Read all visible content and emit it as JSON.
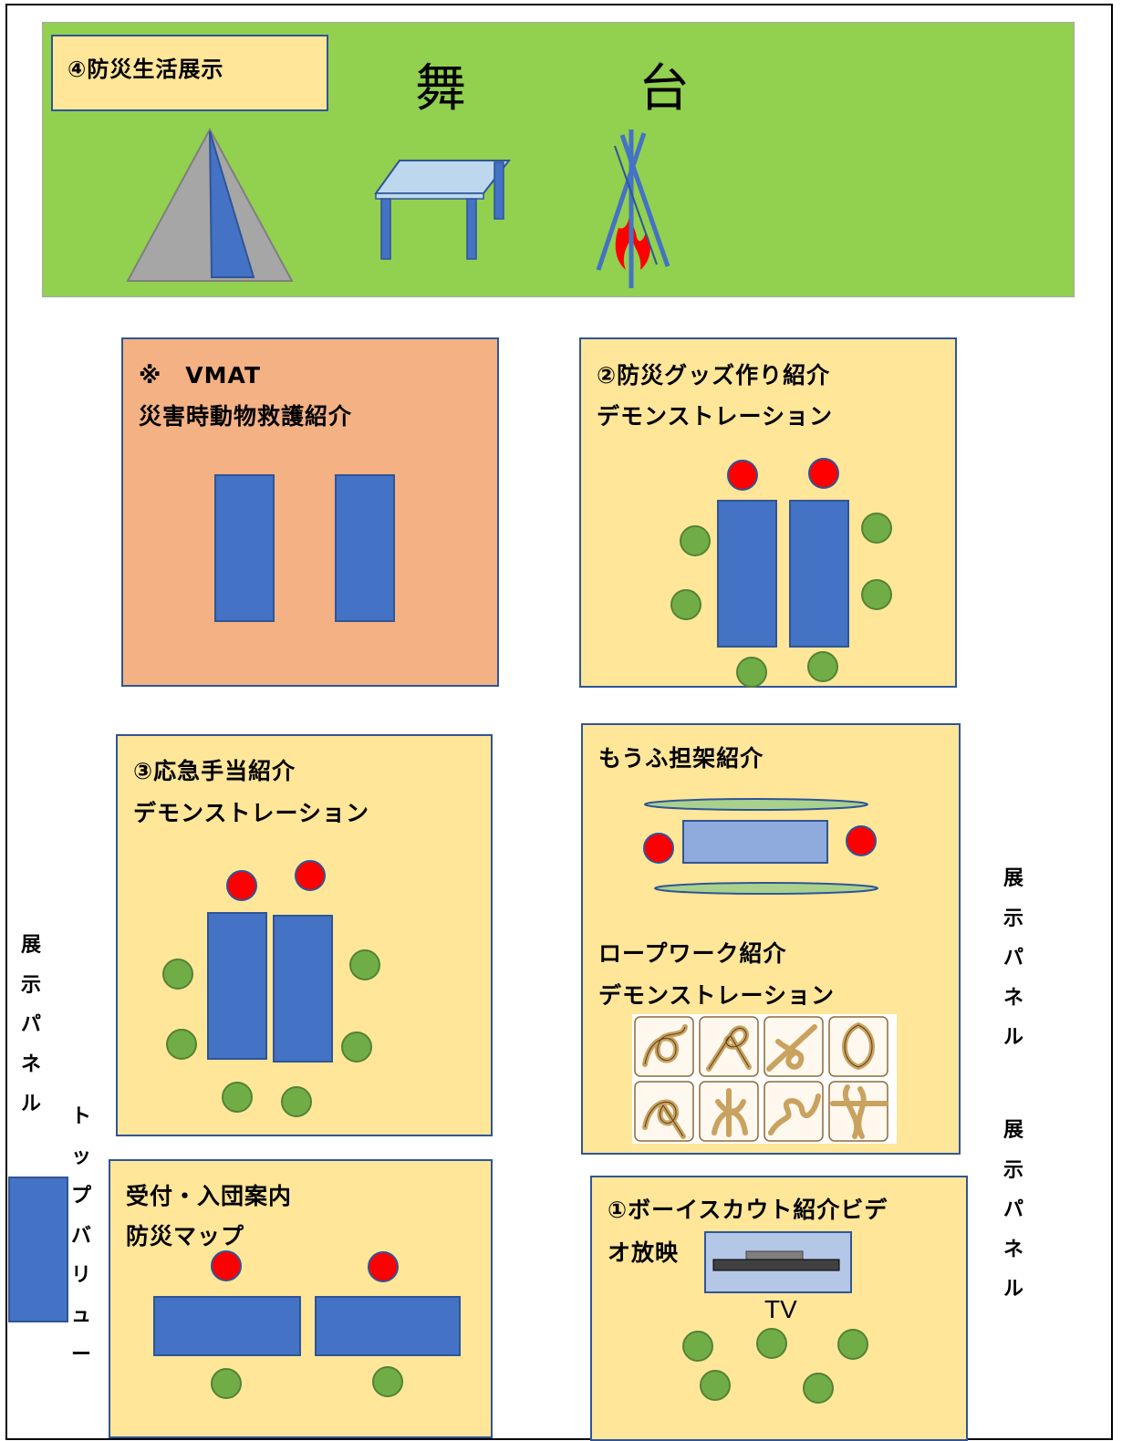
{
  "stage": {
    "label_box": "④防災生活展示",
    "title_left": "舞",
    "title_right": "台",
    "icons": [
      "tent-icon",
      "table-icon",
      "campfire-icon"
    ]
  },
  "zones": {
    "vmat": {
      "line1": "※　VMAT",
      "line2": "災害時動物救護紹介"
    },
    "goods": {
      "line1": "②防災グッズ作り紹介",
      "line2": "デモンストレーション"
    },
    "first_aid": {
      "line1": "③応急手当紹介",
      "line2": "デモンストレーション"
    },
    "stretcher": {
      "line1": "もうふ担架紹介",
      "line2": "ロープワーク紹介",
      "line3": "デモンストレーション"
    },
    "reception": {
      "line1": "受付・入団案内",
      "line2": "防災マップ"
    },
    "video": {
      "line1": "①ボーイスカウト紹介ビデ",
      "line2": "オ放映",
      "tv_label": "TV"
    }
  },
  "side_labels": {
    "left_panel": [
      "展",
      "示",
      "パ",
      "ネ",
      "ル"
    ],
    "top_value": [
      "ト",
      "ッ",
      "プ",
      "バ",
      "リ",
      "ュ",
      "ー"
    ],
    "right_panel_1": [
      "展",
      "示",
      "パ",
      "ネ",
      "ル"
    ],
    "right_panel_2": [
      "展",
      "示",
      "パ",
      "ネ",
      "ル"
    ]
  },
  "colors": {
    "stage_green": "#92d050",
    "zone_yellow": "#ffe699",
    "zone_salmon": "#f4b183",
    "table_blue": "#4472c4",
    "seat_red": "#ff0000",
    "seat_green": "#70ad47"
  }
}
